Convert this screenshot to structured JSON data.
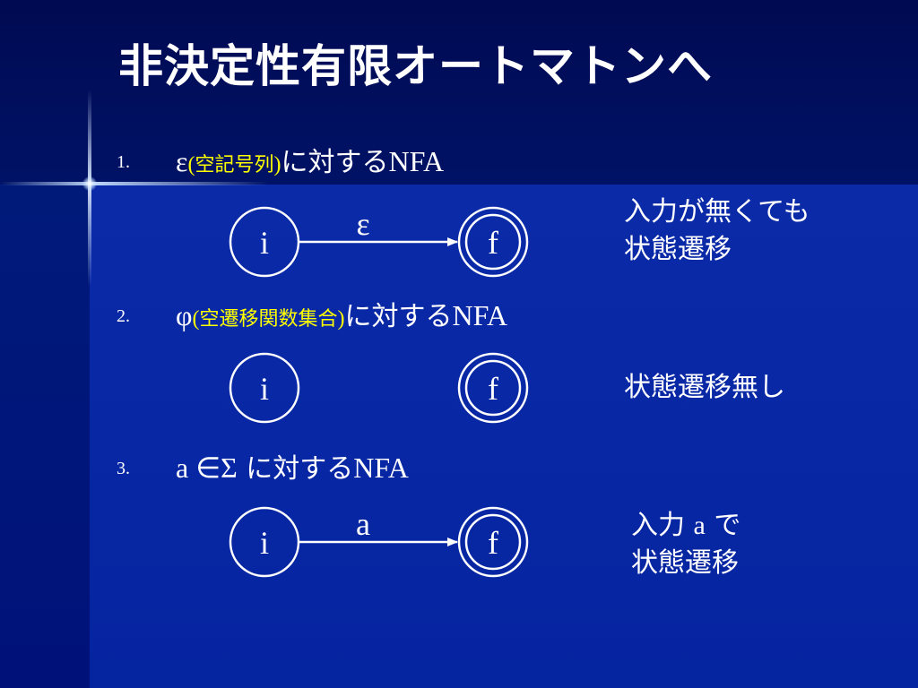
{
  "title": "非決定性有限オートマトンへ",
  "items": [
    {
      "number": "1.",
      "symbol": "ε",
      "paren_open": "(",
      "paren_text": "空記号列",
      "paren_close": ")",
      "suffix_jp": "に対する",
      "suffix_en": "NFA",
      "diagram": {
        "from": "i",
        "to": "f",
        "edge_label": "ε",
        "has_edge": true
      },
      "note_lines": [
        "入力が無くても",
        "状態遷移"
      ]
    },
    {
      "number": "2.",
      "symbol": "φ",
      "paren_open": "(",
      "paren_text": "空遷移関数集合",
      "paren_close": ")",
      "suffix_jp": "に対する",
      "suffix_en": "NFA",
      "diagram": {
        "from": "i",
        "to": "f",
        "edge_label": "",
        "has_edge": false
      },
      "note_lines": [
        "状態遷移無し"
      ]
    },
    {
      "number": "3.",
      "symbol": "a ∈Σ",
      "paren_open": "",
      "paren_text": "",
      "paren_close": "",
      "suffix_jp": " に対する",
      "suffix_en": "NFA",
      "diagram": {
        "from": "i",
        "to": "f",
        "edge_label": "a",
        "has_edge": true
      },
      "note_line1_jp": "入力 ",
      "note_line1_sym": "a",
      "note_line1_tail": " で",
      "note_line2": "状態遷移"
    }
  ],
  "colors": {
    "text": "#ffffff",
    "paren": "#ffff00",
    "accent": "#0a2aa8"
  }
}
